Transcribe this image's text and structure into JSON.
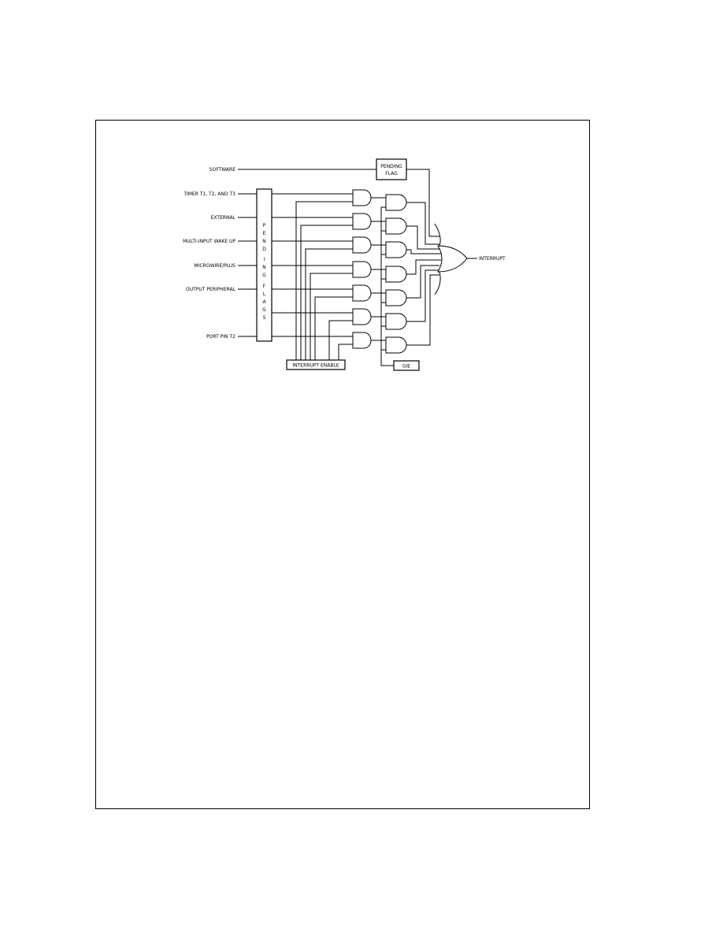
{
  "diagram": {
    "inputs": [
      "SOFTWARE",
      "TIMER T1, T2, AND T3",
      "EXTERNAL",
      "MULTI-INPUT WAKE UP",
      "MICROWIRE/PLUS",
      "OUTPUT PERIPHERAL",
      "PORT PIN T2"
    ],
    "pending_flags_letters": [
      "P",
      "E",
      "N",
      "D",
      "I",
      "N",
      "G",
      "F",
      "L",
      "A",
      "G",
      "S"
    ],
    "pending_flag_box": [
      "PENDING",
      "FLAG"
    ],
    "interrupt_enable_label": "INTERRUPT ENABLE",
    "gie_label": "GIE",
    "output_label": "INTERRUPT"
  }
}
